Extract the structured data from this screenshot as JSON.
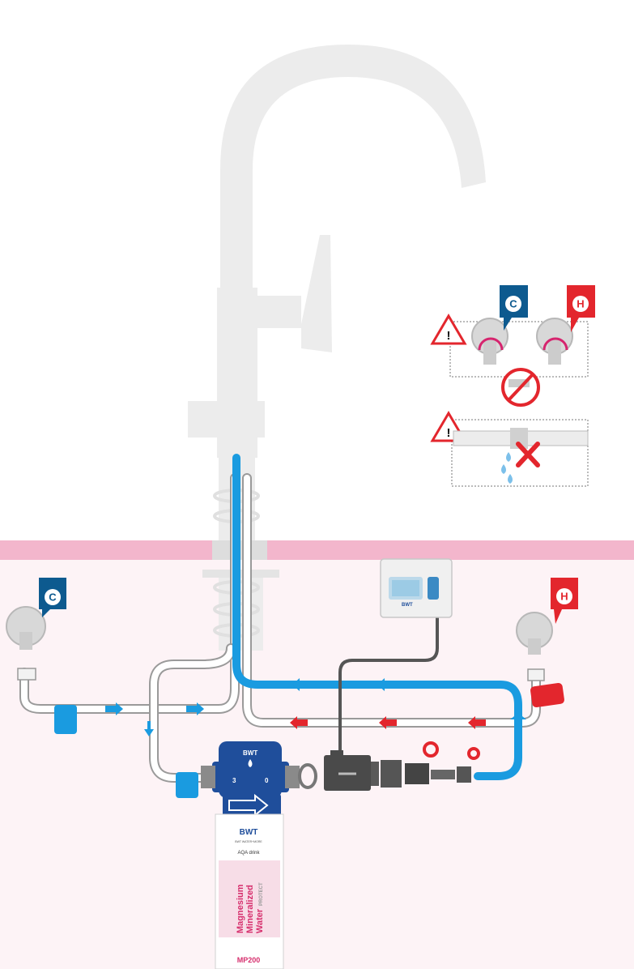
{
  "badges": {
    "cold": "C",
    "hot": "H",
    "warning": "!"
  },
  "filter": {
    "brand": "BWT",
    "head_brand": "BWT",
    "tagline": "BWT WATER+MORE",
    "product_line": "AQA drink",
    "product_name_line1": "Magnesium",
    "product_name_line2": "Mineralized",
    "product_name_line3": "Water",
    "product_tag": "PROTECT",
    "model": "MP200",
    "head_valve_left": "3",
    "head_valve_right": "0"
  },
  "meter": {
    "brand": "BWT"
  },
  "colors": {
    "cold": "#1a9be0",
    "hot": "#e3262d",
    "filter_blue": "#1f4e9b",
    "counter_pink": "#f3b6cc",
    "cabinet_bg": "#fdf3f6",
    "faucet_grey": "#ececec",
    "badge_navy": "#0d5a8f",
    "arrow_magenta": "#d6246e"
  },
  "icons": [
    "cold-water-drop-badge",
    "hot-water-drop-badge",
    "warning-triangle-icon",
    "no-symbol-icon",
    "red-cross-icon",
    "water-drop-icon",
    "flow-arrow-icon"
  ]
}
